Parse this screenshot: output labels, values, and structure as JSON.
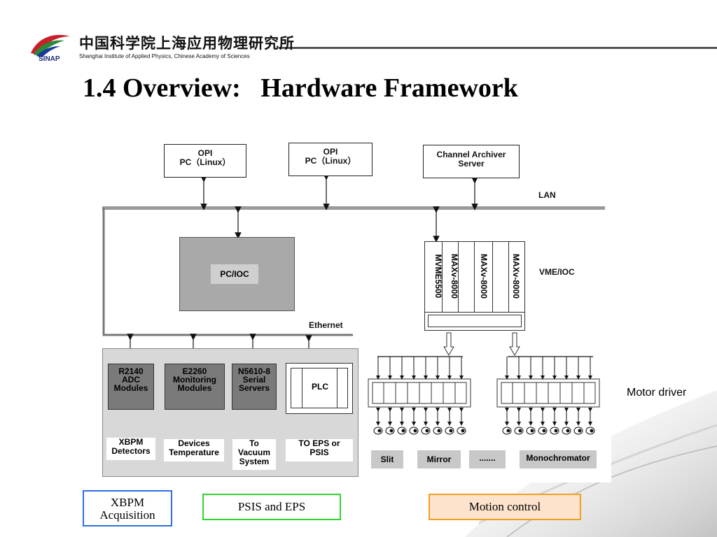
{
  "header": {
    "logo_text": "SINAP",
    "institute_cn": "中国科学院上海应用物理研究所",
    "institute_en": "Shanghai Institute of Applied Physics, Chinese Academy of Sciences"
  },
  "title": "1.4 Overview:   Hardware Framework",
  "diagram": {
    "opi1": "OPI\nPC（Linux）",
    "opi2": "OPI\nPC（Linux）",
    "archiver": "Channel Archiver\nServer",
    "lan": "LAN",
    "pcioc": "PC/IOC",
    "ethernet": "Ethernet",
    "vmeioc": "VME/IOC",
    "vme_cards": [
      "MVME5500",
      "MAXv-8000",
      "MAXv-8000",
      "MAXv-8000"
    ],
    "modules": {
      "r2140": "R2140\nADC\nModules",
      "e2260": "E2260\nMonitoring\nModules",
      "n5610": "N5610-8\nSerial\nServers",
      "plc": "PLC"
    },
    "devices": {
      "xbpm": "XBPM\nDetectors",
      "temp": "Devices\nTemperature",
      "vacuum": "To\nVacuum\nSystem",
      "eps": "TO EPS or\nPSIS"
    },
    "motion_labels": {
      "slit": "Slit",
      "mirror": "Mirror",
      "dots": ".......",
      "mono": "Monochromator"
    }
  },
  "motor_driver": "Motor driver",
  "legend": {
    "xbpm": "XBPM\nAcquisition",
    "psis": "PSIS and EPS",
    "motion": "Motion control"
  },
  "colors": {
    "legend_xbpm_border": "#2f6fe0",
    "legend_psis_border": "#2fd62f",
    "legend_motion_border": "#f0a020",
    "legend_motion_fill": "#fde3cc",
    "module_gray": "#7a7a7a"
  }
}
